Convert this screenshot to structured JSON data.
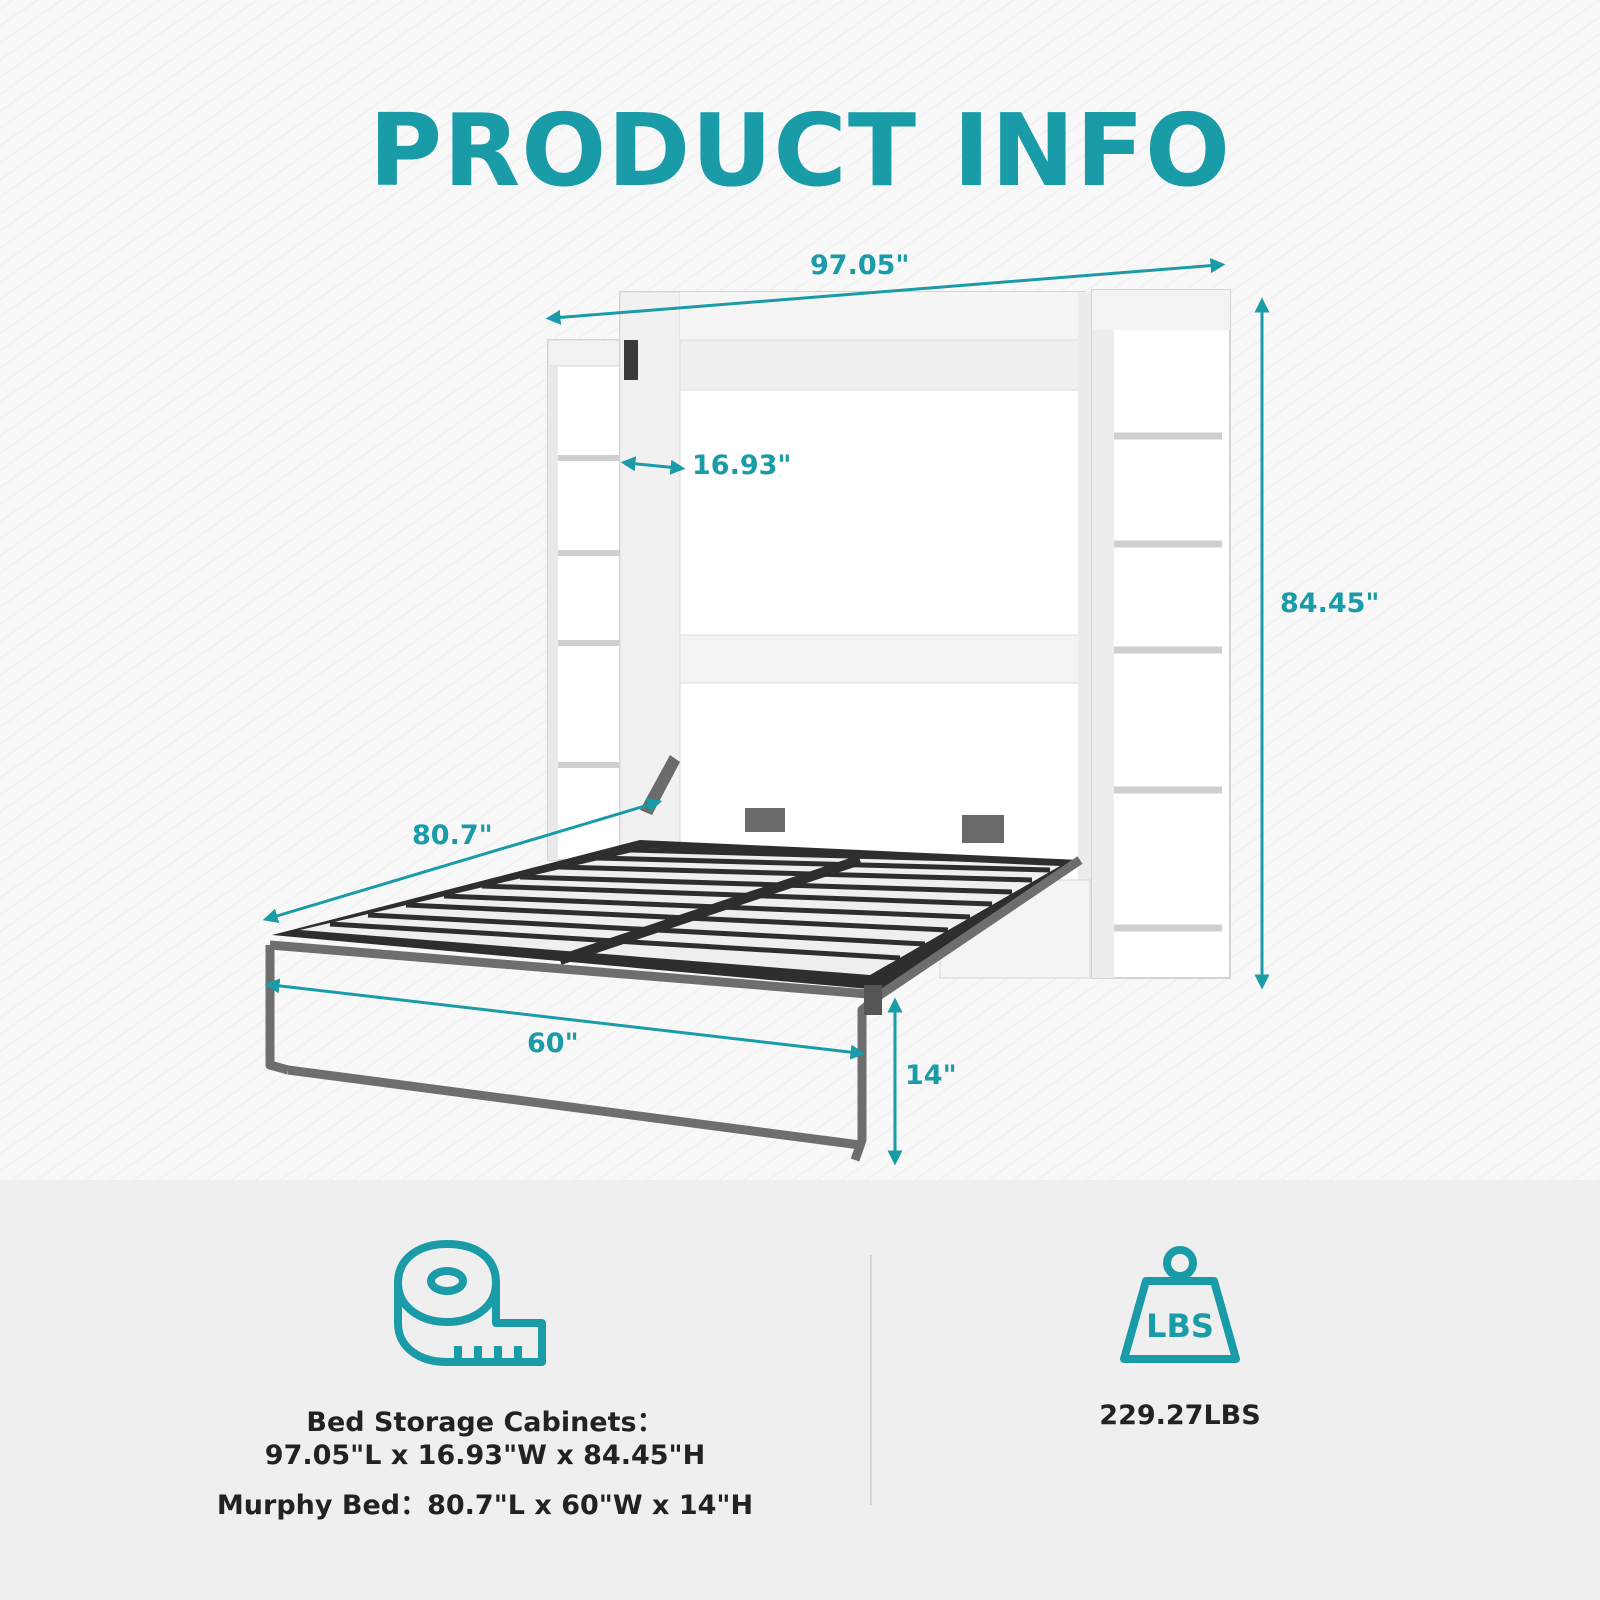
{
  "title": "PRODUCT INFO",
  "dimensions": {
    "total_width": "97.05\"",
    "shelf_depth": "16.93\"",
    "total_height": "84.45\"",
    "bed_length": "80.7\"",
    "bed_width": "60\"",
    "bed_height": "14\""
  },
  "specs": {
    "cabinet_label": "Bed Storage Cabinets：",
    "cabinet_dims": "97.05\"L x 16.93\"W x 84.45\"H",
    "bed_line": "Murphy Bed：80.7\"L x 60\"W x 14\"H",
    "weight": "229.27LBS",
    "weight_icon_text": "LBS"
  },
  "icons": [
    "tape-measure-icon",
    "weight-icon"
  ],
  "colors": {
    "accent": "#1a9ba8",
    "text": "#222222"
  }
}
